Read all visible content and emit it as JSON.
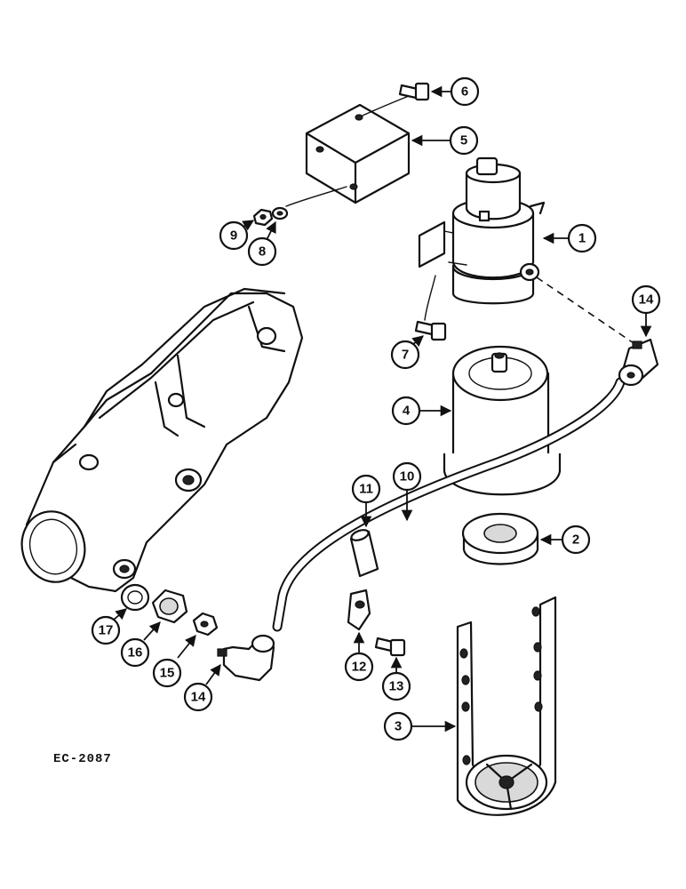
{
  "drawing_code": "EC-2087",
  "callouts": [
    "1",
    "2",
    "3",
    "4",
    "5",
    "6",
    "7",
    "8",
    "9",
    "10",
    "11",
    "12",
    "13",
    "14",
    "15",
    "16",
    "17",
    "14"
  ]
}
